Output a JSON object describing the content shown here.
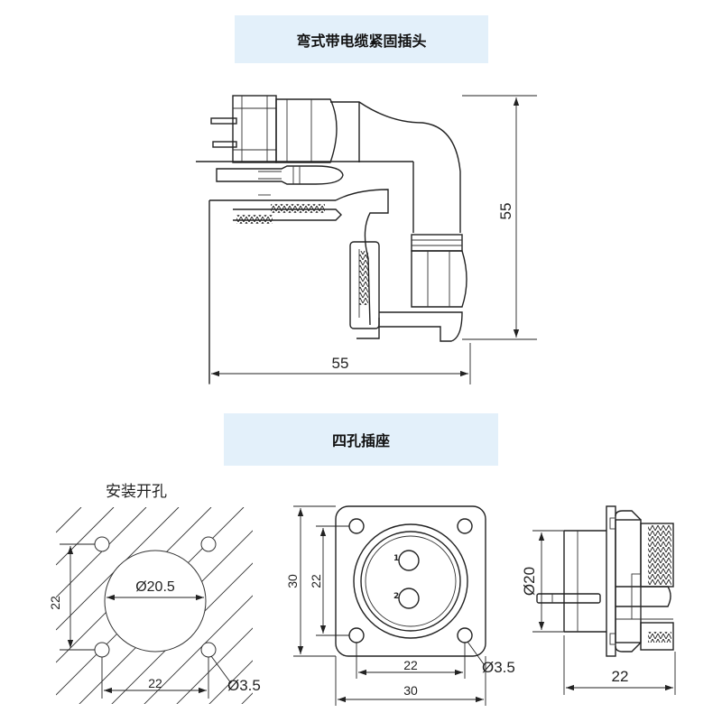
{
  "titles": {
    "elbow_plug": "弯式带电缆紧固插头",
    "socket": "四孔插座"
  },
  "elbow_plug_drawing": {
    "dim_height": "55",
    "dim_width": "55"
  },
  "mounting_cutout": {
    "label": "安装开孔",
    "center_hole": "Ø20.5",
    "dim_vertical": "22",
    "dim_horizontal": "22",
    "screw_hole": "Ø3.5"
  },
  "socket_front": {
    "dim_outer_vertical": "30",
    "dim_inner_vertical": "22",
    "dim_inner_horizontal": "22",
    "dim_outer_horizontal": "30",
    "screw_hole": "Ø3.5",
    "pin1": "1",
    "pin2": "2"
  },
  "socket_side": {
    "dim_diameter": "Ø20",
    "dim_horizontal": "22"
  }
}
